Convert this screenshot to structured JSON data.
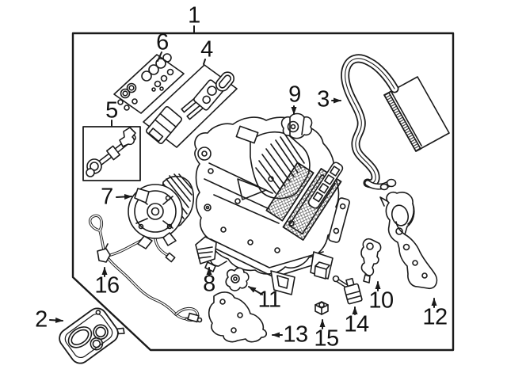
{
  "figure": {
    "background": "#ffffff",
    "line_color": "#1a1a1a"
  },
  "callouts": [
    {
      "number": "1"
    },
    {
      "number": "2"
    },
    {
      "number": "3"
    },
    {
      "number": "4"
    },
    {
      "number": "5"
    },
    {
      "number": "6"
    },
    {
      "number": "7"
    },
    {
      "number": "8"
    },
    {
      "number": "9"
    },
    {
      "number": "10"
    },
    {
      "number": "11"
    },
    {
      "number": "12"
    },
    {
      "number": "13"
    },
    {
      "number": "14"
    },
    {
      "number": "15"
    },
    {
      "number": "16"
    }
  ]
}
